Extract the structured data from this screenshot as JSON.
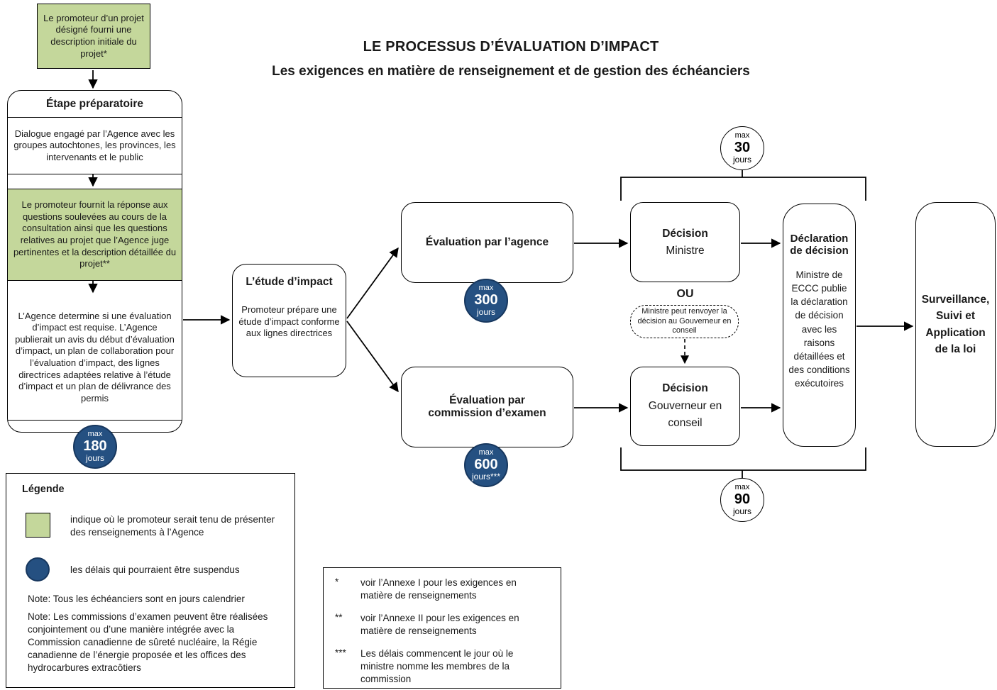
{
  "title": "LE PROCESSUS D’ÉVALUATION D’IMPACT",
  "subtitle": "Les exigences en matière de renseignement et de gestion des échéanciers",
  "colors": {
    "box_green": "#c4d79b",
    "badge_blue": "#255081",
    "badge_blue_border": "#17375e",
    "line": "#000000"
  },
  "initial_box": {
    "text": "Le promoteur d’un projet désigné fourni une description initiale du projet*"
  },
  "prep": {
    "header": "Étape préparatoire",
    "step1": "Dialogue engagé par l’Agence avec les groupes autochtones, les provinces, les intervenants et le public",
    "step2": "Le promoteur fournit la réponse aux questions soulevées au cours de la consultation ainsi que les questions relatives au projet que l’Agence juge pertinentes et la description détaillée du projet**",
    "step3": "L’Agence determine si une évaluation d’impact est requise. L’Agence publierait un avis du début d’évaluation d’impact, un plan de collaboration pour l’évaluation d’impact, des lignes directrices adaptées relative à l’étude d’impact et un plan de délivrance des permis"
  },
  "impact_study": {
    "header": "L’étude d’impact",
    "body": "Promoteur prépare une étude d’impact conforme aux lignes directrices"
  },
  "eval_agency": {
    "label": "Évaluation par l’agence"
  },
  "eval_panel": {
    "label": "Évaluation par commission d’examen"
  },
  "decision_minister": {
    "header": "Décision",
    "body": "Ministre"
  },
  "ou_label": "OU",
  "referral_note": "Ministre peut renvoyer la décision au Gouverneur en conseil",
  "decision_gic": {
    "header": "Décision",
    "body": "Gouverneur en conseil"
  },
  "declaration": {
    "header": "Déclaration de décision",
    "body": "Ministre de ECCC publie la déclaration de décision avec les raisons détaillées et des conditions exécutoires"
  },
  "surveillance": {
    "text": "Surveillance, Suivi et Application de la loi"
  },
  "badges": {
    "b30": {
      "max": "max",
      "value": "30",
      "unit": "jours"
    },
    "b90": {
      "max": "max",
      "value": "90",
      "unit": "jours"
    },
    "b180": {
      "max": "max",
      "value": "180",
      "unit": "jours"
    },
    "b300": {
      "max": "max",
      "value": "300",
      "unit": "jours"
    },
    "b600": {
      "max": "max",
      "value": "600",
      "unit": "jours***"
    }
  },
  "legend": {
    "title": "Légende",
    "green_label": "indique où le promoteur serait tenu de présenter des renseignements à l’Agence",
    "blue_label": "les délais qui pourraient être suspendus",
    "note1": "Note: Tous les échéanciers sont en jours calendrier",
    "note2": "Note: Les commissions d’examen peuvent être réalisées conjointement ou d’une manière intégrée avec la Commission canadienne de sûreté nucléaire, la Régie canadienne de l’énergie proposée et les offices des hydrocarbures extracôtiers"
  },
  "footnotes": [
    {
      "symbol": "*",
      "text": "voir l’Annexe I pour les exigences en matière de renseignements"
    },
    {
      "symbol": "**",
      "text": "voir l’Annexe II pour les exigences en matière de renseignements"
    },
    {
      "symbol": "***",
      "text": "Les délais commencent le jour où le ministre nomme les membres de la commission"
    }
  ]
}
